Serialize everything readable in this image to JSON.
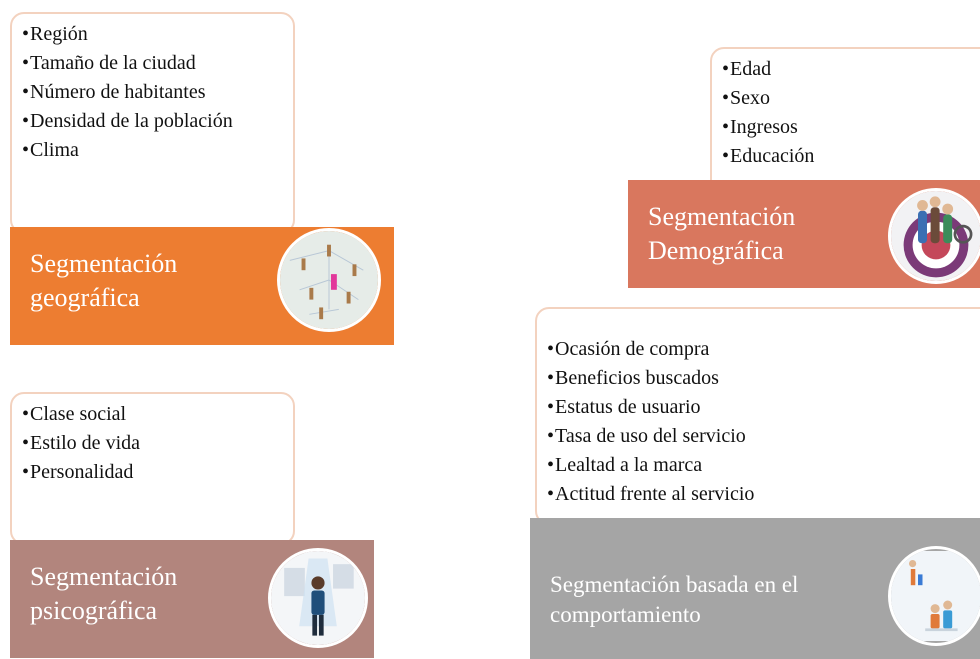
{
  "colors": {
    "geo": "#ed7d31",
    "demo": "#d9775e",
    "psico": "#b2857d",
    "comport": "#a5a5a5",
    "card_border": "#f3d2bf"
  },
  "geografica": {
    "items": [
      "Región",
      "Tamaño de la ciudad",
      "Número de habitantes",
      "Densidad de la población",
      "Clima"
    ],
    "title": "Segmentación geográfica",
    "icon": "map-pins-icon"
  },
  "demografica": {
    "items": [
      "Edad",
      "Sexo",
      "Ingresos",
      "Educación"
    ],
    "title": "Segmentación Demográfica",
    "icon": "people-target-icon"
  },
  "psicografica": {
    "items": [
      "Clase social",
      "Estilo de vida",
      "Personalidad"
    ],
    "title": "Segmentación psicográfica",
    "icon": "person-presentation-icon"
  },
  "comportamiento": {
    "items": [
      "Ocasión de compra",
      "Beneficios buscados",
      "Estatus de usuario",
      "Tasa de uso del servicio",
      "Lealtad a la marca",
      "Actitud frente al servicio"
    ],
    "title": "Segmentación basada en el comportamiento",
    "icon": "people-chart-icon"
  }
}
